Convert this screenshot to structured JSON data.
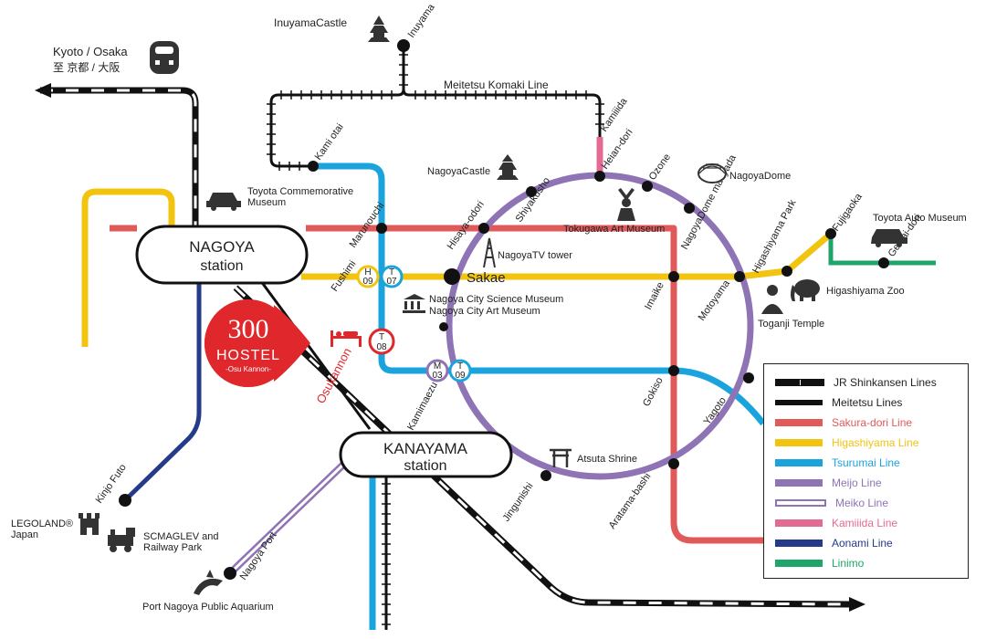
{
  "map": {
    "stations": {
      "nagoya": {
        "name": "NAGOYA",
        "sub": "station"
      },
      "kanayama": {
        "name": "KANAYAMA",
        "sub": "station"
      },
      "sakae": "Sakae",
      "inuyama": "Inuyama",
      "kami_otai": "Kami otai",
      "kamiiida": "Kamiiida",
      "heian_dori": "Heian-dori",
      "ozone": "Ozone",
      "nagoyadome_maeyada": "NagoyaDome maeyada",
      "shiyakusho": "Shiyakusho",
      "hisaya_odori": "Hisaya-odori",
      "marunouchi": "Marunouchi",
      "fushimi": "Fushimi",
      "imaike": "Imaike",
      "motoyama": "Motoyama",
      "higashiyama_park": "Higashiyama Park",
      "fujigaoka": "Fujigaoka",
      "geidai_dori": "Geidai-dori",
      "osukannon": "Osukannon",
      "kamimaezu": "Kamimaezu",
      "gokiso": "Gokiso",
      "yagoto": "Yagoto",
      "aratama_bashi": "Aratama-bashi",
      "jingunishi": "Jingunishi",
      "kinjo_futo": "Kinjo Futo",
      "nagoya_port": "Nagoya Port"
    },
    "badges": {
      "fushimi_h": [
        "H",
        "09"
      ],
      "fushimi_t": [
        "T",
        "07"
      ],
      "osu_t": [
        "T",
        "08"
      ],
      "kamimaezu_m": [
        "M",
        "03"
      ],
      "kamimaezu_t": [
        "T",
        "09"
      ]
    },
    "landmarks": {
      "inuyama_castle": "InuyamaCastle",
      "kyoto_osaka": "Kyoto / Osaka",
      "kyoto_osaka_jp": "至 京都 / 大阪",
      "toyota_museum_1": "Toyota Commemorative",
      "toyota_museum_2": "Museum",
      "nagoya_castle": "NagoyaCastle",
      "nagoya_dome": "NagoyaDome",
      "tokugawa": "Tokugawa Art Museum",
      "tv_tower": "NagoyaTV tower",
      "science_museum": "Nagoya City Science Museum",
      "art_museum": "Nagoya City Art Museum",
      "toyota_auto": "Toyota Auto Museum",
      "higashiyama_zoo": "Higashiyama Zoo",
      "toganji": "Toganji Temple",
      "atsuta": "Atsuta Shrine",
      "legoland_1": "LEGOLAND®",
      "legoland_2": "Japan",
      "scmaglev_1": "SCMAGLEV and",
      "scmaglev_2": "Railway Park",
      "aquarium": "Port Nagoya Public Aquarium",
      "komaki_line": "Meitetsu Komaki Line"
    },
    "hostel": {
      "number": "300",
      "name": "HOSTEL",
      "sub": "-Osu Kannon-"
    }
  },
  "legend": [
    {
      "label": "JR Shinkansen Lines",
      "color": "#111111",
      "style": "shinkansen"
    },
    {
      "label": "Meitetsu Lines",
      "color": "#111111",
      "style": "meitetsu"
    },
    {
      "label": "Sakura-dori Line",
      "color": "#e05a5a",
      "style": "solid"
    },
    {
      "label": "Higashiyama Line",
      "color": "#f2c40f",
      "style": "solid"
    },
    {
      "label": "Tsurumai Line",
      "color": "#1aa3dd",
      "style": "solid"
    },
    {
      "label": "Meijo Line",
      "color": "#8e73b5",
      "style": "solid"
    },
    {
      "label": "Meiko Line",
      "color": "#8e73b5",
      "style": "double"
    },
    {
      "label": "Kamiiida Line",
      "color": "#e36a94",
      "style": "solid"
    },
    {
      "label": "Aonami Line",
      "color": "#263a8a",
      "style": "solid"
    },
    {
      "label": "Linimo",
      "color": "#1fa56a",
      "style": "solid"
    }
  ],
  "colors": {
    "sakura": "#e05a5a",
    "higashiyama": "#f2c40f",
    "tsurumai": "#1aa3dd",
    "meijo": "#8e73b5",
    "kamiiida": "#e36a94",
    "aonami": "#263a8a",
    "linimo": "#1fa56a",
    "hostel": "#e0272b"
  }
}
